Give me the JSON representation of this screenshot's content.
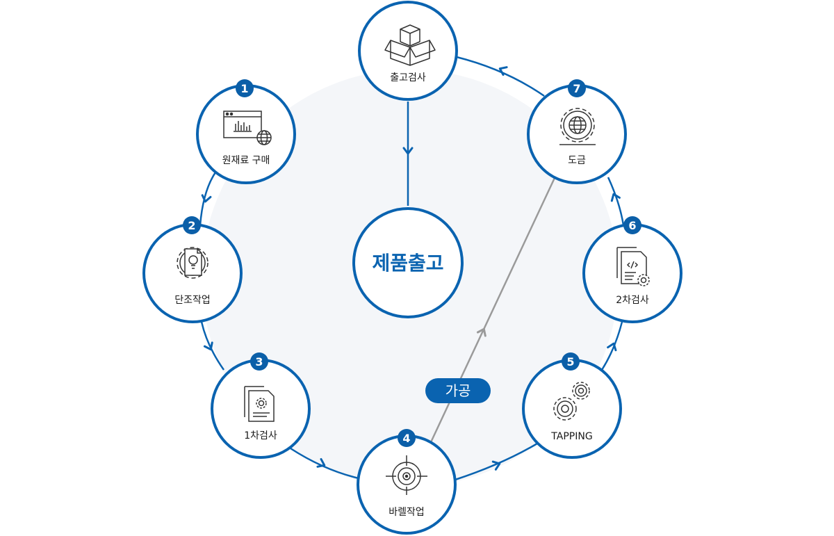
{
  "colors": {
    "primary": "#0a63b0",
    "badge": "#0b5fa8",
    "circle_fill": "#f4f6f9",
    "line_gray": "#9a9a9a",
    "white": "#ffffff",
    "icon_stroke": "#333333"
  },
  "center": {
    "label": "제품출고"
  },
  "top": {
    "label": "출고검사",
    "icon": "open-box-icon"
  },
  "steps": [
    {
      "number": "1",
      "label": "원재료 구매",
      "icon": "browser-chart-globe-icon"
    },
    {
      "number": "2",
      "label": "단조작업",
      "icon": "gear-lightbulb-document-icon"
    },
    {
      "number": "3",
      "label": "1차검사",
      "icon": "document-gear-icon"
    },
    {
      "number": "4",
      "label": "바렐작업",
      "icon": "target-crosshair-icon"
    },
    {
      "number": "5",
      "label": "TAPPING",
      "icon": "double-gears-icon"
    },
    {
      "number": "6",
      "label": "2차검사",
      "icon": "code-document-gear-icon"
    },
    {
      "number": "7",
      "label": "도금",
      "icon": "gear-globe-icon"
    }
  ],
  "process_tag": {
    "label": "가공"
  }
}
